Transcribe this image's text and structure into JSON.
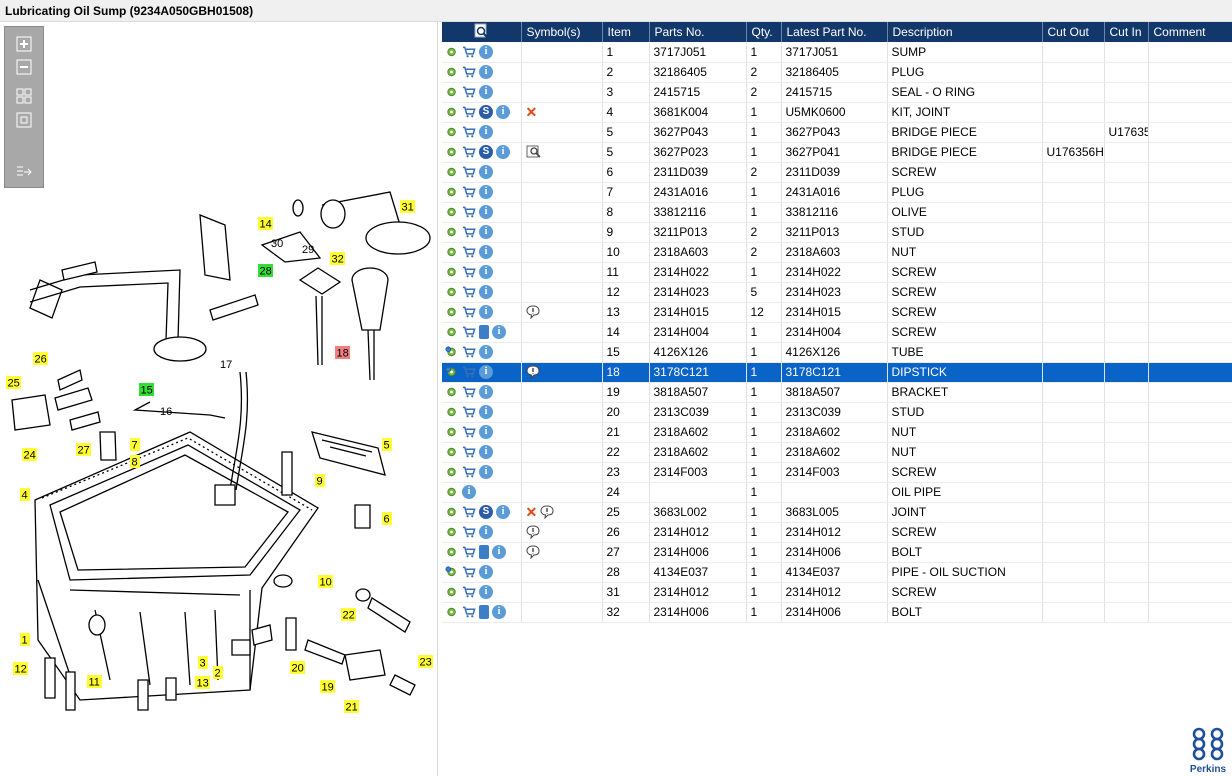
{
  "window": {
    "title": "Lubricating Oil Sump (9234A050GBH01508)"
  },
  "toolbar": {
    "buttons": [
      "zoom-in",
      "zoom-out",
      "fit-all",
      "fit-window",
      "export"
    ]
  },
  "diagram": {
    "callouts": [
      {
        "n": "14",
        "color": "yellow"
      },
      {
        "n": "28",
        "color": "green"
      },
      {
        "n": "31",
        "color": "yellow"
      },
      {
        "n": "32",
        "color": "yellow"
      },
      {
        "n": "18",
        "color": "red"
      },
      {
        "n": "26",
        "color": "yellow"
      },
      {
        "n": "25",
        "color": "yellow"
      },
      {
        "n": "15",
        "color": "green"
      },
      {
        "n": "24",
        "color": "yellow"
      },
      {
        "n": "27",
        "color": "yellow"
      },
      {
        "n": "7",
        "color": "yellow"
      },
      {
        "n": "8",
        "color": "yellow"
      },
      {
        "n": "4",
        "color": "yellow"
      },
      {
        "n": "5",
        "color": "yellow"
      },
      {
        "n": "9",
        "color": "yellow"
      },
      {
        "n": "6",
        "color": "yellow"
      },
      {
        "n": "10",
        "color": "yellow"
      },
      {
        "n": "22",
        "color": "yellow"
      },
      {
        "n": "1",
        "color": "yellow"
      },
      {
        "n": "12",
        "color": "yellow"
      },
      {
        "n": "11",
        "color": "yellow"
      },
      {
        "n": "3",
        "color": "yellow"
      },
      {
        "n": "2",
        "color": "yellow"
      },
      {
        "n": "13",
        "color": "yellow"
      },
      {
        "n": "20",
        "color": "yellow"
      },
      {
        "n": "23",
        "color": "yellow"
      },
      {
        "n": "19",
        "color": "yellow"
      },
      {
        "n": "21",
        "color": "yellow"
      }
    ],
    "plain_labels": [
      "30",
      "29",
      "17",
      "16"
    ]
  },
  "table": {
    "columns": [
      "",
      "Symbol(s)",
      "Item",
      "Parts No.",
      "Qty.",
      "Latest Part No.",
      "Description",
      "Cut Out",
      "Cut In",
      "Comment"
    ],
    "rows": [
      {
        "icons": [
          "gear",
          "cart",
          "info"
        ],
        "symbols": [],
        "item": "1",
        "part": "3717J051",
        "qty": "1",
        "latest": "3717J051",
        "desc": "SUMP",
        "cut_out": "",
        "cut_in": "",
        "comment": ""
      },
      {
        "icons": [
          "gear",
          "cart",
          "info"
        ],
        "symbols": [],
        "item": "2",
        "part": "32186405",
        "qty": "2",
        "latest": "32186405",
        "desc": "PLUG",
        "cut_out": "",
        "cut_in": "",
        "comment": ""
      },
      {
        "icons": [
          "gear",
          "cart",
          "info"
        ],
        "symbols": [],
        "item": "3",
        "part": "2415715",
        "qty": "2",
        "latest": "2415715",
        "desc": "SEAL - O RING",
        "cut_out": "",
        "cut_in": "",
        "comment": ""
      },
      {
        "icons": [
          "gear",
          "cart",
          "s",
          "info"
        ],
        "symbols": [
          "x"
        ],
        "item": "4",
        "part": "3681K004",
        "qty": "1",
        "latest": "U5MK0600",
        "desc": "KIT, JOINT",
        "cut_out": "",
        "cut_in": "",
        "comment": ""
      },
      {
        "icons": [
          "gear",
          "cart",
          "info"
        ],
        "symbols": [],
        "item": "5",
        "part": "3627P043",
        "qty": "1",
        "latest": "3627P043",
        "desc": "BRIDGE PIECE",
        "cut_out": "",
        "cut_in": "U17635",
        "comment": ""
      },
      {
        "icons": [
          "gear",
          "cart",
          "s",
          "info"
        ],
        "symbols": [
          "view"
        ],
        "item": "5",
        "part": "3627P023",
        "qty": "1",
        "latest": "3627P041",
        "desc": "BRIDGE PIECE",
        "cut_out": "U176356H",
        "cut_in": "",
        "comment": ""
      },
      {
        "icons": [
          "gear",
          "cart",
          "info"
        ],
        "symbols": [],
        "item": "6",
        "part": "2311D039",
        "qty": "2",
        "latest": "2311D039",
        "desc": "SCREW",
        "cut_out": "",
        "cut_in": "",
        "comment": ""
      },
      {
        "icons": [
          "gear",
          "cart",
          "info"
        ],
        "symbols": [],
        "item": "7",
        "part": "2431A016",
        "qty": "1",
        "latest": "2431A016",
        "desc": "PLUG",
        "cut_out": "",
        "cut_in": "",
        "comment": ""
      },
      {
        "icons": [
          "gear",
          "cart",
          "info"
        ],
        "symbols": [],
        "item": "8",
        "part": "33812116",
        "qty": "1",
        "latest": "33812116",
        "desc": "OLIVE",
        "cut_out": "",
        "cut_in": "",
        "comment": ""
      },
      {
        "icons": [
          "gear",
          "cart",
          "info"
        ],
        "symbols": [],
        "item": "9",
        "part": "3211P013",
        "qty": "2",
        "latest": "3211P013",
        "desc": "STUD",
        "cut_out": "",
        "cut_in": "",
        "comment": ""
      },
      {
        "icons": [
          "gear",
          "cart",
          "info"
        ],
        "symbols": [],
        "item": "10",
        "part": "2318A603",
        "qty": "2",
        "latest": "2318A603",
        "desc": "NUT",
        "cut_out": "",
        "cut_in": "",
        "comment": ""
      },
      {
        "icons": [
          "gear",
          "cart",
          "info"
        ],
        "symbols": [],
        "item": "11",
        "part": "2314H022",
        "qty": "1",
        "latest": "2314H022",
        "desc": "SCREW",
        "cut_out": "",
        "cut_in": "",
        "comment": ""
      },
      {
        "icons": [
          "gear",
          "cart",
          "info"
        ],
        "symbols": [],
        "item": "12",
        "part": "2314H023",
        "qty": "5",
        "latest": "2314H023",
        "desc": "SCREW",
        "cut_out": "",
        "cut_in": "",
        "comment": ""
      },
      {
        "icons": [
          "gear",
          "cart",
          "info"
        ],
        "symbols": [
          "note"
        ],
        "item": "13",
        "part": "2314H015",
        "qty": "12",
        "latest": "2314H015",
        "desc": "SCREW",
        "cut_out": "",
        "cut_in": "",
        "comment": ""
      },
      {
        "icons": [
          "gear",
          "cart",
          "book",
          "info"
        ],
        "symbols": [],
        "item": "14",
        "part": "2314H004",
        "qty": "1",
        "latest": "2314H004",
        "desc": "SCREW",
        "cut_out": "",
        "cut_in": "",
        "comment": ""
      },
      {
        "icons": [
          "gears",
          "cart",
          "info"
        ],
        "symbols": [],
        "item": "15",
        "part": "4126X126",
        "qty": "1",
        "latest": "4126X126",
        "desc": "TUBE",
        "cut_out": "",
        "cut_in": "",
        "comment": ""
      },
      {
        "icons": [
          "gears",
          "cart",
          "info"
        ],
        "symbols": [
          "note"
        ],
        "item": "18",
        "part": "3178C121",
        "qty": "1",
        "latest": "3178C121",
        "desc": "DIPSTICK",
        "cut_out": "",
        "cut_in": "",
        "comment": "",
        "selected": true
      },
      {
        "icons": [
          "gear",
          "cart",
          "info"
        ],
        "symbols": [],
        "item": "19",
        "part": "3818A507",
        "qty": "1",
        "latest": "3818A507",
        "desc": "BRACKET",
        "cut_out": "",
        "cut_in": "",
        "comment": ""
      },
      {
        "icons": [
          "gear",
          "cart",
          "info"
        ],
        "symbols": [],
        "item": "20",
        "part": "2313C039",
        "qty": "1",
        "latest": "2313C039",
        "desc": "STUD",
        "cut_out": "",
        "cut_in": "",
        "comment": ""
      },
      {
        "icons": [
          "gear",
          "cart",
          "info"
        ],
        "symbols": [],
        "item": "21",
        "part": "2318A602",
        "qty": "1",
        "latest": "2318A602",
        "desc": "NUT",
        "cut_out": "",
        "cut_in": "",
        "comment": ""
      },
      {
        "icons": [
          "gear",
          "cart",
          "info"
        ],
        "symbols": [],
        "item": "22",
        "part": "2318A602",
        "qty": "1",
        "latest": "2318A602",
        "desc": "NUT",
        "cut_out": "",
        "cut_in": "",
        "comment": ""
      },
      {
        "icons": [
          "gear",
          "cart",
          "info"
        ],
        "symbols": [],
        "item": "23",
        "part": "2314F003",
        "qty": "1",
        "latest": "2314F003",
        "desc": "SCREW",
        "cut_out": "",
        "cut_in": "",
        "comment": ""
      },
      {
        "icons": [
          "gear",
          "info"
        ],
        "symbols": [],
        "item": "24",
        "part": "",
        "qty": "1",
        "latest": "",
        "desc": "OIL PIPE",
        "cut_out": "",
        "cut_in": "",
        "comment": ""
      },
      {
        "icons": [
          "gear",
          "cart",
          "s",
          "info"
        ],
        "symbols": [
          "x",
          "note"
        ],
        "item": "25",
        "part": "3683L002",
        "qty": "1",
        "latest": "3683L005",
        "desc": "JOINT",
        "cut_out": "",
        "cut_in": "",
        "comment": ""
      },
      {
        "icons": [
          "gear",
          "cart",
          "info"
        ],
        "symbols": [
          "note"
        ],
        "item": "26",
        "part": "2314H012",
        "qty": "1",
        "latest": "2314H012",
        "desc": "SCREW",
        "cut_out": "",
        "cut_in": "",
        "comment": ""
      },
      {
        "icons": [
          "gear",
          "cart",
          "book",
          "info"
        ],
        "symbols": [
          "note"
        ],
        "item": "27",
        "part": "2314H006",
        "qty": "1",
        "latest": "2314H006",
        "desc": "BOLT",
        "cut_out": "",
        "cut_in": "",
        "comment": ""
      },
      {
        "icons": [
          "gears",
          "cart",
          "info"
        ],
        "symbols": [],
        "item": "28",
        "part": "4134E037",
        "qty": "1",
        "latest": "4134E037",
        "desc": "PIPE - OIL SUCTION",
        "cut_out": "",
        "cut_in": "",
        "comment": ""
      },
      {
        "icons": [
          "gear",
          "cart",
          "info"
        ],
        "symbols": [],
        "item": "31",
        "part": "2314H012",
        "qty": "1",
        "latest": "2314H012",
        "desc": "SCREW",
        "cut_out": "",
        "cut_in": "",
        "comment": ""
      },
      {
        "icons": [
          "gear",
          "cart",
          "book",
          "info"
        ],
        "symbols": [],
        "item": "32",
        "part": "2314H006",
        "qty": "1",
        "latest": "2314H006",
        "desc": "BOLT",
        "cut_out": "",
        "cut_in": "",
        "comment": ""
      }
    ]
  },
  "brand": {
    "name": "Perkins"
  },
  "colors": {
    "header_bg": "#12376a",
    "selected_row": "#0a64c8",
    "callout_yellow": "#ffff33",
    "callout_green": "#33dd33",
    "callout_red": "#f08080"
  }
}
